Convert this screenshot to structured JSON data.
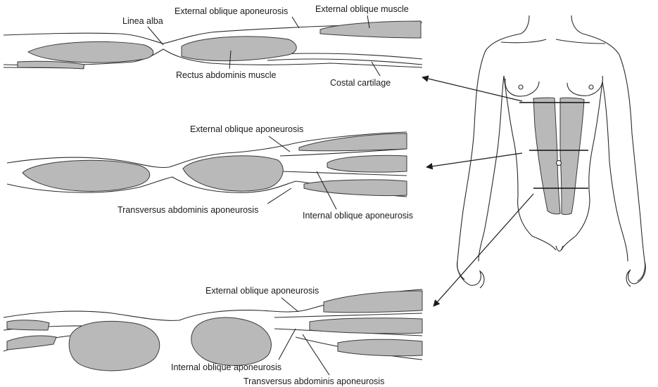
{
  "section_top": {
    "labels": {
      "linea_alba": "Linea alba",
      "external_oblique_aponeurosis": "External oblique aponeurosis",
      "external_oblique_muscle": "External oblique muscle",
      "rectus_abdominis_muscle": "Rectus abdominis muscle",
      "costal_cartilage": "Costal cartilage"
    }
  },
  "section_middle": {
    "labels": {
      "external_oblique_aponeurosis": "External oblique aponeurosis",
      "transversus_abdominis_aponeurosis": "Transversus abdominis aponeurosis",
      "internal_oblique_aponeurosis": "Internal oblique aponeurosis"
    }
  },
  "section_bottom": {
    "labels": {
      "external_oblique_aponeurosis": "External oblique aponeurosis",
      "internal_oblique_aponeurosis": "Internal oblique aponeurosis",
      "transversus_abdominis_aponeurosis": "Transversus abdominis aponeurosis"
    }
  }
}
